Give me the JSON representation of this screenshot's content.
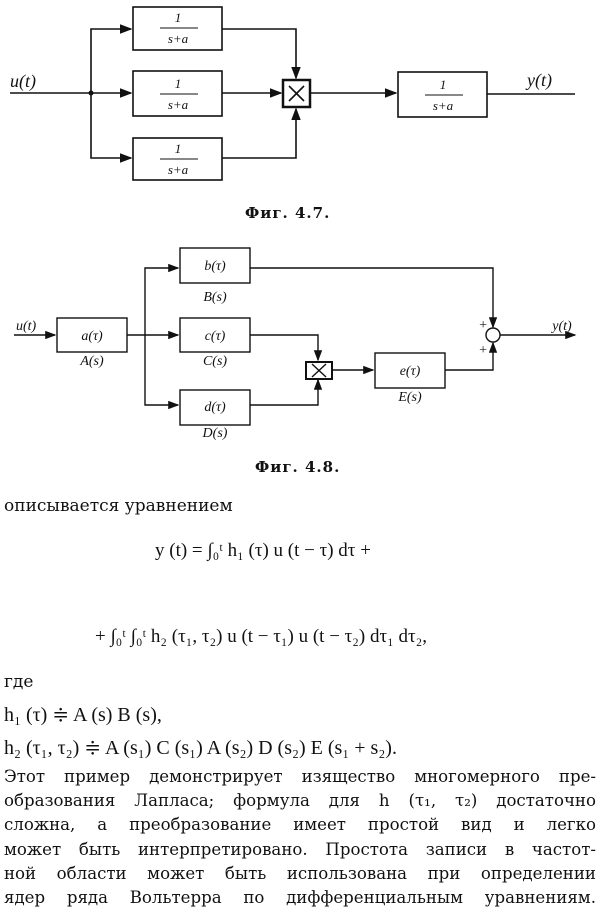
{
  "fig47": {
    "input": "u(t)",
    "output": "y(t)",
    "block_num": "1",
    "block_den": "s+a",
    "multiplier": "×",
    "caption": "Фиг. 4.7."
  },
  "fig48": {
    "input": "u(t)",
    "output": "y(t)",
    "blocks": {
      "a": {
        "kernel": "a(τ)",
        "transfer": "A(s)"
      },
      "b": {
        "kernel": "b(τ)",
        "transfer": "B(s)"
      },
      "c": {
        "kernel": "c(τ)",
        "transfer": "C(s)"
      },
      "d": {
        "kernel": "d(τ)",
        "transfer": "D(s)"
      },
      "e": {
        "kernel": "e(τ)",
        "transfer": "E(s)"
      }
    },
    "plus": "+",
    "multiplier": "×",
    "caption": "Фиг. 4.8."
  },
  "text": {
    "intro": "описывается уравнением",
    "eq1": "y (t) = ∫₀ᵗ h₁ (τ) u (t − τ) dτ +",
    "eq2": "+ ∫₀ᵗ ∫₀ᵗ h₂ (τ₁, τ₂) u (t − τ₁) u (t − τ₂) dτ₁ dτ₂,",
    "where": "где",
    "h1": "h₁ (τ) ≑ A (s) B (s),",
    "h2": "h₂ (τ₁, τ₂) ≑ A (s₁) C (s₁) A (s₂) D (s₂) E (s₁ + s₂).",
    "paragraph": [
      "Этот пример демонстрирует изящество многомерного пре-",
      "образования Лапласа; формула для h (τ₁, τ₂) достаточно",
      "сложна, а преобразование имеет простой вид и легко",
      "может быть интерпретировано. Простота записи в частот-",
      "ной области может быть использована при определении",
      "ядер ряда Вольтерра по дифференциальным уравнениям."
    ]
  }
}
